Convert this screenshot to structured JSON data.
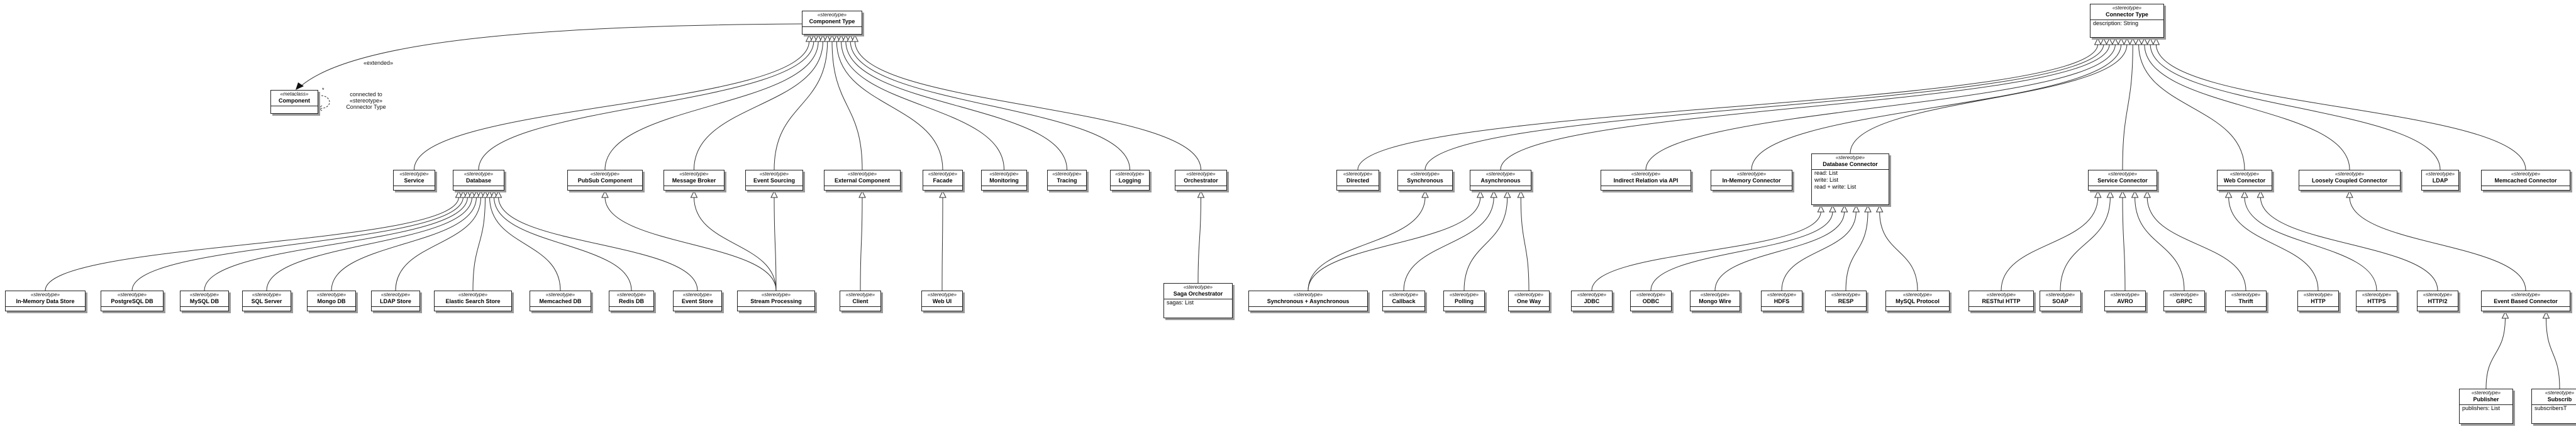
{
  "classes": [
    {
      "id": "component_type",
      "stereotype": "«stereotype»",
      "name": "Component Type",
      "attributes": []
    },
    {
      "id": "component",
      "stereotype": "«metaclass»",
      "name": "Component",
      "attributes": []
    },
    {
      "id": "service",
      "stereotype": "«stereotype»",
      "name": "Service",
      "attributes": []
    },
    {
      "id": "database",
      "stereotype": "«stereotype»",
      "name": "Database",
      "attributes": []
    },
    {
      "id": "pubsub",
      "stereotype": "«stereotype»",
      "name": "PubSub Component",
      "attributes": []
    },
    {
      "id": "message_broker",
      "stereotype": "«stereotype»",
      "name": "Message Broker",
      "attributes": []
    },
    {
      "id": "event_sourcing",
      "stereotype": "«stereotype»",
      "name": "Event Sourcing",
      "attributes": []
    },
    {
      "id": "external_component",
      "stereotype": "«stereotype»",
      "name": "External Component",
      "attributes": []
    },
    {
      "id": "facade",
      "stereotype": "«stereotype»",
      "name": "Facade",
      "attributes": []
    },
    {
      "id": "monitoring",
      "stereotype": "«stereotype»",
      "name": "Monitoring",
      "attributes": []
    },
    {
      "id": "tracing",
      "stereotype": "«stereotype»",
      "name": "Tracing",
      "attributes": []
    },
    {
      "id": "logging",
      "stereotype": "«stereotype»",
      "name": "Logging",
      "attributes": []
    },
    {
      "id": "orchestrator",
      "stereotype": "«stereotype»",
      "name": "Orchestrator",
      "attributes": []
    },
    {
      "id": "in_memory_data_store",
      "stereotype": "«stereotype»",
      "name": "In-Memory Data Store",
      "attributes": []
    },
    {
      "id": "postgresql_db",
      "stereotype": "«stereotype»",
      "name": "PostgreSQL DB",
      "attributes": []
    },
    {
      "id": "mysql_db",
      "stereotype": "«stereotype»",
      "name": "MySQL DB",
      "attributes": []
    },
    {
      "id": "sql_server",
      "stereotype": "«stereotype»",
      "name": "SQL Server",
      "attributes": []
    },
    {
      "id": "mongo_db",
      "stereotype": "«stereotype»",
      "name": "Mongo DB",
      "attributes": []
    },
    {
      "id": "ldap_store",
      "stereotype": "«stereotype»",
      "name": "LDAP Store",
      "attributes": []
    },
    {
      "id": "elastic_search_store",
      "stereotype": "«stereotype»",
      "name": "Elastic Search Store",
      "attributes": []
    },
    {
      "id": "memcached_db",
      "stereotype": "«stereotype»",
      "name": "Memcached DB",
      "attributes": []
    },
    {
      "id": "redis_db",
      "stereotype": "«stereotype»",
      "name": "Redis DB",
      "attributes": []
    },
    {
      "id": "event_store",
      "stereotype": "«stereotype»",
      "name": "Event Store",
      "attributes": []
    },
    {
      "id": "stream_processing",
      "stereotype": "«stereotype»",
      "name": "Stream Processing",
      "attributes": []
    },
    {
      "id": "client",
      "stereotype": "«stereotype»",
      "name": "Client",
      "attributes": []
    },
    {
      "id": "web_ui",
      "stereotype": "«stereotype»",
      "name": "Web UI",
      "attributes": []
    },
    {
      "id": "saga_orchestrator",
      "stereotype": "«stereotype»",
      "name": "Saga Orchestrator",
      "attributes": [
        "sagas: List"
      ]
    },
    {
      "id": "connector_type",
      "stereotype": "«stereotype»",
      "name": "Connector Type",
      "attributes": [
        "description: String"
      ]
    },
    {
      "id": "directed",
      "stereotype": "«stereotype»",
      "name": "Directed",
      "attributes": []
    },
    {
      "id": "synchronous",
      "stereotype": "«stereotype»",
      "name": "Synchronous",
      "attributes": []
    },
    {
      "id": "asynchronous",
      "stereotype": "«stereotype»",
      "name": "Asynchronous",
      "attributes": []
    },
    {
      "id": "indirect_relation",
      "stereotype": "«stereotype»",
      "name": "Indirect Relation via API",
      "attributes": []
    },
    {
      "id": "in_memory_connector",
      "stereotype": "«stereotype»",
      "name": "In-Memory Connector",
      "attributes": []
    },
    {
      "id": "database_connector",
      "stereotype": "«stereotype»",
      "name": "Database Connector",
      "attributes": [
        "read: List",
        "write: List",
        "read + write: List"
      ]
    },
    {
      "id": "service_connector",
      "stereotype": "«stereotype»",
      "name": "Service Connector",
      "attributes": []
    },
    {
      "id": "web_connector",
      "stereotype": "«stereotype»",
      "name": "Web Connector",
      "attributes": []
    },
    {
      "id": "loosely_coupled_connector",
      "stereotype": "«stereotype»",
      "name": "Loosely Coupled Connector",
      "attributes": []
    },
    {
      "id": "ldap",
      "stereotype": "«stereotype»",
      "name": "LDAP",
      "attributes": []
    },
    {
      "id": "memcached_connector",
      "stereotype": "«stereotype»",
      "name": "Memcached Connector",
      "attributes": []
    },
    {
      "id": "sync_async",
      "stereotype": "«stereotype»",
      "name": "Synchronous + Asynchronous",
      "attributes": []
    },
    {
      "id": "callback",
      "stereotype": "«stereotype»",
      "name": "Callback",
      "attributes": []
    },
    {
      "id": "polling",
      "stereotype": "«stereotype»",
      "name": "Polling",
      "attributes": []
    },
    {
      "id": "one_way",
      "stereotype": "«stereotype»",
      "name": "One Way",
      "attributes": []
    },
    {
      "id": "jdbc",
      "stereotype": "«stereotype»",
      "name": "JDBC",
      "attributes": []
    },
    {
      "id": "odbc",
      "stereotype": "«stereotype»",
      "name": "ODBC",
      "attributes": []
    },
    {
      "id": "mongo_wire",
      "stereotype": "«stereotype»",
      "name": "Mongo Wire",
      "attributes": []
    },
    {
      "id": "hdfs",
      "stereotype": "«stereotype»",
      "name": "HDFS",
      "attributes": []
    },
    {
      "id": "resp",
      "stereotype": "«stereotype»",
      "name": "RESP",
      "attributes": []
    },
    {
      "id": "mysql_protocol",
      "stereotype": "«stereotype»",
      "name": "MySQL Protocol",
      "attributes": []
    },
    {
      "id": "restful_http",
      "stereotype": "«stereotype»",
      "name": "RESTful HTTP",
      "attributes": []
    },
    {
      "id": "soap",
      "stereotype": "«stereotype»",
      "name": "SOAP",
      "attributes": []
    },
    {
      "id": "avro",
      "stereotype": "«stereotype»",
      "name": "AVRO",
      "attributes": []
    },
    {
      "id": "grpc",
      "stereotype": "«stereotype»",
      "name": "GRPC",
      "attributes": []
    },
    {
      "id": "thrift",
      "stereotype": "«stereotype»",
      "name": "Thrift",
      "attributes": []
    },
    {
      "id": "http",
      "stereotype": "«stereotype»",
      "name": "HTTP",
      "attributes": []
    },
    {
      "id": "https",
      "stereotype": "«stereotype»",
      "name": "HTTPS",
      "attributes": []
    },
    {
      "id": "http2",
      "stereotype": "«stereotype»",
      "name": "HTTP/2",
      "attributes": []
    },
    {
      "id": "event_based_connector",
      "stereotype": "«stereotype»",
      "name": "Event Based Connector",
      "attributes": []
    },
    {
      "id": "publisher",
      "stereotype": "«stereotype»",
      "name": "Publisher",
      "attributes": [
        "publishers: List"
      ]
    },
    {
      "id": "subscriber",
      "stereotype": "«stereotype»",
      "name": "Subscrib",
      "attributes": [
        "subscribersT"
      ]
    }
  ],
  "generalizations": [
    [
      "service",
      "component_type"
    ],
    [
      "database",
      "component_type"
    ],
    [
      "pubsub",
      "component_type"
    ],
    [
      "message_broker",
      "component_type"
    ],
    [
      "event_sourcing",
      "component_type"
    ],
    [
      "external_component",
      "component_type"
    ],
    [
      "facade",
      "component_type"
    ],
    [
      "monitoring",
      "component_type"
    ],
    [
      "tracing",
      "component_type"
    ],
    [
      "logging",
      "component_type"
    ],
    [
      "orchestrator",
      "component_type"
    ],
    [
      "in_memory_data_store",
      "database"
    ],
    [
      "postgresql_db",
      "database"
    ],
    [
      "mysql_db",
      "database"
    ],
    [
      "sql_server",
      "database"
    ],
    [
      "mongo_db",
      "database"
    ],
    [
      "ldap_store",
      "database"
    ],
    [
      "elastic_search_store",
      "database"
    ],
    [
      "memcached_db",
      "database"
    ],
    [
      "redis_db",
      "database"
    ],
    [
      "event_store",
      "database"
    ],
    [
      "stream_processing",
      "pubsub"
    ],
    [
      "stream_processing",
      "message_broker"
    ],
    [
      "stream_processing",
      "event_sourcing"
    ],
    [
      "client",
      "external_component"
    ],
    [
      "web_ui",
      "facade"
    ],
    [
      "saga_orchestrator",
      "orchestrator"
    ],
    [
      "directed",
      "connector_type"
    ],
    [
      "synchronous",
      "connector_type"
    ],
    [
      "asynchronous",
      "connector_type"
    ],
    [
      "indirect_relation",
      "connector_type"
    ],
    [
      "in_memory_connector",
      "connector_type"
    ],
    [
      "database_connector",
      "connector_type"
    ],
    [
      "service_connector",
      "connector_type"
    ],
    [
      "web_connector",
      "connector_type"
    ],
    [
      "loosely_coupled_connector",
      "connector_type"
    ],
    [
      "ldap",
      "connector_type"
    ],
    [
      "memcached_connector",
      "connector_type"
    ],
    [
      "sync_async",
      "synchronous"
    ],
    [
      "sync_async",
      "asynchronous"
    ],
    [
      "callback",
      "asynchronous"
    ],
    [
      "polling",
      "asynchronous"
    ],
    [
      "one_way",
      "asynchronous"
    ],
    [
      "jdbc",
      "database_connector"
    ],
    [
      "odbc",
      "database_connector"
    ],
    [
      "mongo_wire",
      "database_connector"
    ],
    [
      "hdfs",
      "database_connector"
    ],
    [
      "resp",
      "database_connector"
    ],
    [
      "mysql_protocol",
      "database_connector"
    ],
    [
      "restful_http",
      "service_connector"
    ],
    [
      "soap",
      "service_connector"
    ],
    [
      "avro",
      "service_connector"
    ],
    [
      "grpc",
      "service_connector"
    ],
    [
      "thrift",
      "service_connector"
    ],
    [
      "http",
      "web_connector"
    ],
    [
      "https",
      "web_connector"
    ],
    [
      "http2",
      "web_connector"
    ],
    [
      "event_based_connector",
      "loosely_coupled_connector"
    ],
    [
      "publisher",
      "event_based_connector"
    ],
    [
      "subscriber",
      "event_based_connector"
    ]
  ],
  "annotations": {
    "extended_label": "«extended»",
    "extended_multiplicity": "*",
    "connected_label": [
      "connected to",
      "«stereotype»",
      "Connector Type"
    ]
  }
}
